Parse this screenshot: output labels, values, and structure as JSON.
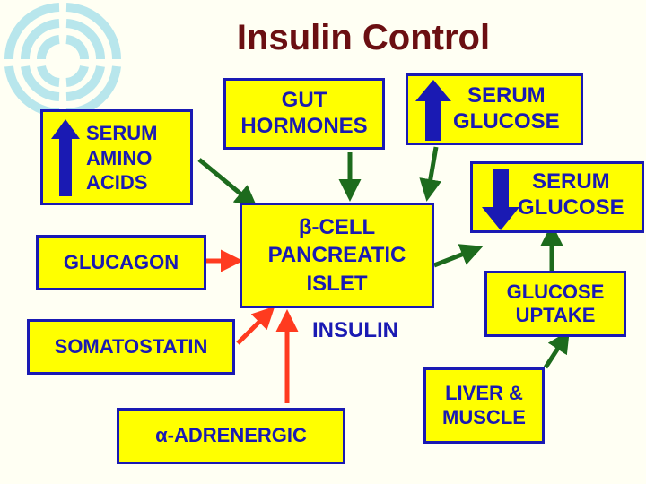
{
  "title": "Insulin Control",
  "colors": {
    "box_fill": "#ffff00",
    "box_border": "#1a1ab3",
    "text": "#1a1ab3",
    "title": "#6b0f12",
    "stimulate_arrow": "#1d6b1d",
    "inhibit_arrow": "#ff3b1f",
    "up_arrow": "#1a1ab3",
    "down_arrow": "#1a1ab3"
  },
  "nodes": {
    "serum_amino_acids": {
      "label": "SERUM\nAMINO\nACIDS",
      "indicator": "up"
    },
    "gut_hormones": {
      "label": "GUT\nHORMONES"
    },
    "serum_glucose_up": {
      "label": "SERUM\nGLUCOSE",
      "indicator": "up"
    },
    "serum_glucose_down": {
      "label": "SERUM\nGLUCOSE",
      "indicator": "down"
    },
    "glucagon": {
      "label": "GLUCAGON"
    },
    "beta_cell": {
      "label": "β-CELL\nPANCREATIC\nISLET"
    },
    "somatostatin": {
      "label": "SOMATOSTATIN"
    },
    "glucose_uptake": {
      "label": "GLUCOSE\nUPTAKE"
    },
    "alpha_adrenergic": {
      "label": "α-ADRENERGIC"
    },
    "liver_muscle": {
      "label": "LIVER &\nMUSCLE"
    }
  },
  "insulin_label": "INSULIN",
  "edges": [
    {
      "from": "serum_amino_acids",
      "to": "beta_cell",
      "effect": "stimulate"
    },
    {
      "from": "gut_hormones",
      "to": "beta_cell",
      "effect": "stimulate"
    },
    {
      "from": "serum_glucose_up",
      "to": "beta_cell",
      "effect": "stimulate"
    },
    {
      "from": "beta_cell",
      "to": "serum_glucose_down",
      "effect": "stimulate"
    },
    {
      "from": "glucagon",
      "to": "beta_cell",
      "effect": "inhibit"
    },
    {
      "from": "somatostatin",
      "to": "beta_cell",
      "effect": "inhibit"
    },
    {
      "from": "alpha_adrenergic",
      "to": "beta_cell",
      "effect": "inhibit"
    },
    {
      "from": "glucose_uptake",
      "to": "serum_glucose_down",
      "effect": "stimulate"
    },
    {
      "from": "liver_muscle",
      "to": "glucose_uptake",
      "effect": "stimulate"
    }
  ]
}
